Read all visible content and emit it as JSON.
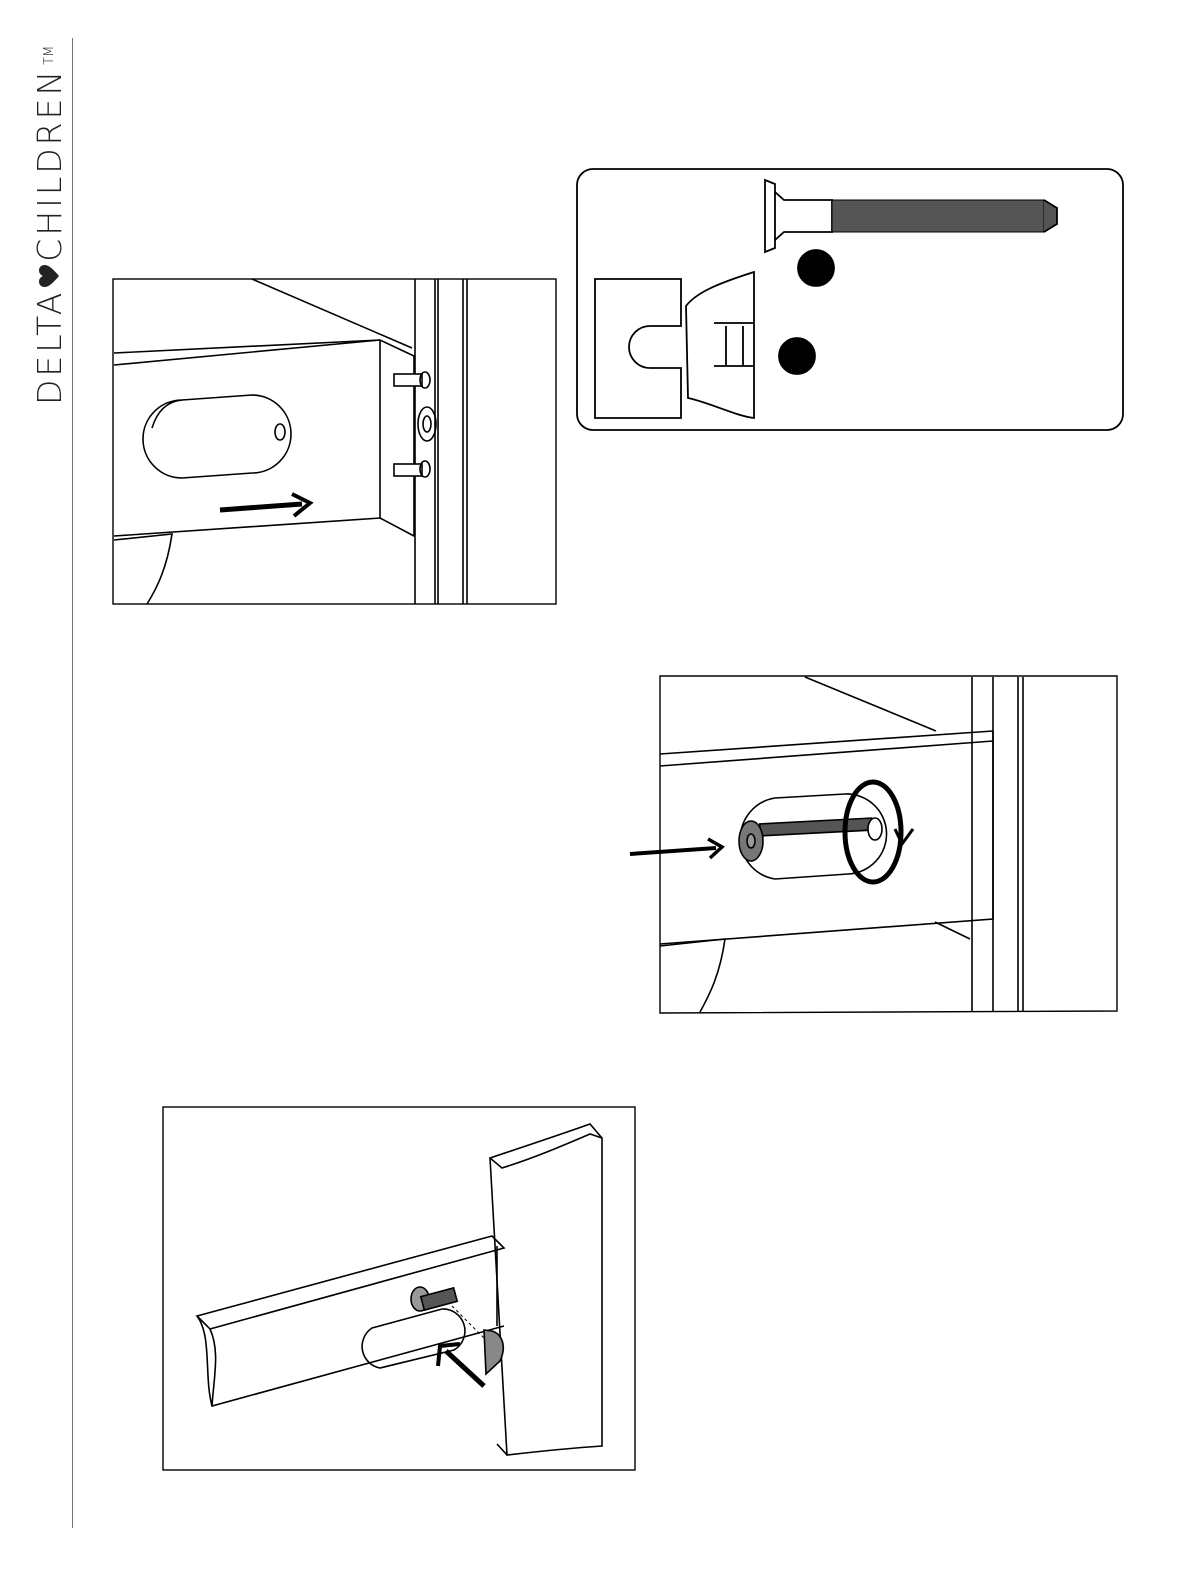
{
  "brand": {
    "part1": "DELTA",
    "part2": "CHILDREN",
    "trademark": "TM",
    "heart_icon": "heart-icon",
    "color": "#222222"
  },
  "figures": [
    {
      "name": "figure-drawer-insert-dowels",
      "icon": "arrow-right-icon"
    },
    {
      "name": "figure-hardware-parts",
      "icons": [
        "bolt-icon",
        "cam-nut-icon",
        "part-badge-icon"
      ]
    },
    {
      "name": "figure-bolt-tighten",
      "icons": [
        "arrow-right-icon",
        "rotate-icon"
      ]
    },
    {
      "name": "figure-rail-post-nut",
      "icon": "arrow-up-left-icon"
    }
  ]
}
